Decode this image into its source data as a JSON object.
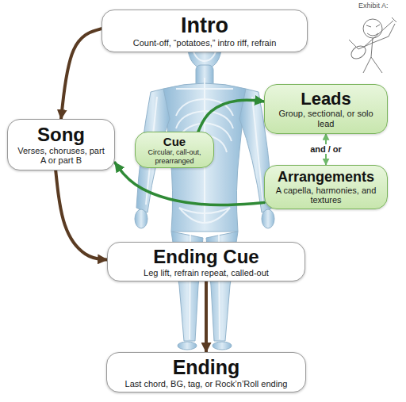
{
  "diagram": {
    "nodes": [
      {
        "text": [
          "Intro",
          "Count-off, “potatoes,” intro riff, refrain"
        ]
      },
      {
        "text": [
          "Song",
          "Verses, choruses, part A or part B"
        ]
      },
      {
        "text": [
          "Cue",
          "Circular, call-out, prearranged"
        ]
      },
      {
        "text": [
          "Leads",
          "Group, sectional, or solo lead"
        ]
      },
      {
        "text": [
          "Arrangements",
          "A capella, harmonies, and textures"
        ]
      },
      {
        "text": [
          "Ending Cue",
          "Leg lift, refrain repeat, called-out"
        ]
      },
      {
        "text": [
          "Ending",
          "Last chord, BG, tag, or Rock’n’Roll ending"
        ]
      }
    ],
    "edges": [
      {
        "from": 0,
        "to": 1,
        "arrow": "to"
      },
      {
        "from": 1,
        "to": 5,
        "arrow": "to"
      },
      {
        "from": 5,
        "to": 6,
        "arrow": "to"
      },
      {
        "from": 2,
        "to": 3,
        "arrow": "to"
      },
      {
        "from": 4,
        "to": 1,
        "arrow": "to"
      },
      {
        "from": 3,
        "to": 4,
        "label": "and / or",
        "arrow": "both"
      }
    ],
    "labels": [
      "Exhibit A:"
    ]
  }
}
